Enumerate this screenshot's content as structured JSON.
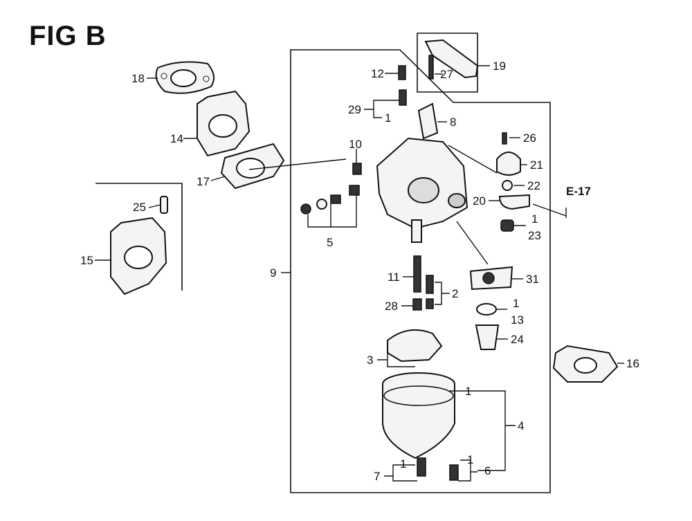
{
  "figure": {
    "title": "FIG B",
    "reference": "E-17"
  },
  "callouts": [
    {
      "id": "18",
      "label": "18"
    },
    {
      "id": "14",
      "label": "14"
    },
    {
      "id": "17",
      "label": "17"
    },
    {
      "id": "25",
      "label": "25"
    },
    {
      "id": "15",
      "label": "15"
    },
    {
      "id": "9",
      "label": "9"
    },
    {
      "id": "12",
      "label": "12"
    },
    {
      "id": "29",
      "label": "29"
    },
    {
      "id": "1a",
      "label": "1"
    },
    {
      "id": "8",
      "label": "8"
    },
    {
      "id": "10",
      "label": "10"
    },
    {
      "id": "5",
      "label": "5"
    },
    {
      "id": "27",
      "label": "27"
    },
    {
      "id": "19",
      "label": "19"
    },
    {
      "id": "26",
      "label": "26"
    },
    {
      "id": "21",
      "label": "21"
    },
    {
      "id": "22",
      "label": "22"
    },
    {
      "id": "20",
      "label": "20"
    },
    {
      "id": "1b",
      "label": "1"
    },
    {
      "id": "23",
      "label": "23"
    },
    {
      "id": "31",
      "label": "31"
    },
    {
      "id": "11",
      "label": "11"
    },
    {
      "id": "2",
      "label": "2"
    },
    {
      "id": "28",
      "label": "28"
    },
    {
      "id": "1c",
      "label": "1"
    },
    {
      "id": "13",
      "label": "13"
    },
    {
      "id": "24",
      "label": "24"
    },
    {
      "id": "3",
      "label": "3"
    },
    {
      "id": "16",
      "label": "16"
    },
    {
      "id": "1d",
      "label": "1"
    },
    {
      "id": "4",
      "label": "4"
    },
    {
      "id": "1e",
      "label": "1"
    },
    {
      "id": "7",
      "label": "7"
    },
    {
      "id": "1f",
      "label": "1"
    },
    {
      "id": "6",
      "label": "6"
    }
  ]
}
